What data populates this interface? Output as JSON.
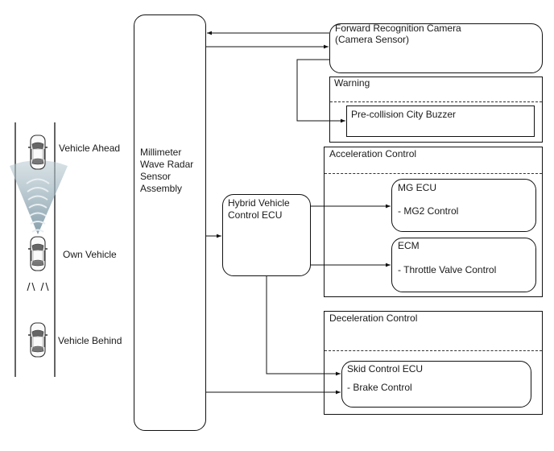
{
  "radar": {
    "label": "Millimeter Wave Radar Sensor Assembly"
  },
  "camera": {
    "line1": "Forward Recognition Camera",
    "line2": "(Camera Sensor)"
  },
  "warning": {
    "title": "Warning",
    "buzzer": "Pre-collision City Buzzer"
  },
  "acceleration": {
    "title": "Acceleration Control",
    "mg_ecu": {
      "title": "MG ECU",
      "item": "- MG2 Control"
    },
    "ecm": {
      "title": "ECM",
      "item": "- Throttle Valve Control"
    }
  },
  "hybrid_ecu": {
    "label": "Hybrid Vehicle Control ECU"
  },
  "deceleration": {
    "title": "Deceleration Control",
    "skid": {
      "title": "Skid Control ECU",
      "item": "- Brake Control"
    }
  },
  "vehicles": {
    "ahead": "Vehicle Ahead",
    "own": "Own Vehicle",
    "behind": "Vehicle Behind"
  },
  "colors": {
    "line": "#111111",
    "radar_beam": "#8ea7b3"
  },
  "icons": {
    "car": "car-top-view-icon",
    "radar_beam": "radar-beam-icon",
    "arrow": "arrow-head-icon"
  }
}
